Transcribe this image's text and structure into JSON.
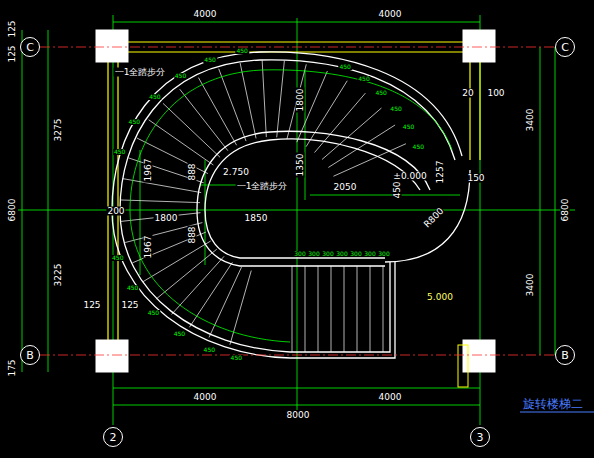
{
  "diagram": {
    "title": "旋转楼梯二",
    "nodes": [
      {
        "text": [
          "C"
        ]
      },
      {
        "text": [
          "C"
        ]
      },
      {
        "text": [
          "B"
        ]
      },
      {
        "text": [
          "B"
        ]
      },
      {
        "text": [
          "2"
        ]
      },
      {
        "text": [
          "3"
        ]
      }
    ],
    "edges": [
      {
        "from": 0,
        "to": 1,
        "arrow": "none"
      },
      {
        "from": 2,
        "to": 3,
        "arrow": "none"
      }
    ],
    "labels": [
      "4000",
      "4000",
      "4000",
      "4000",
      "8000",
      "125",
      "125",
      "3275",
      "6800",
      "3225",
      "175",
      "3400",
      "3400",
      "6800",
      "20",
      "100",
      "1967",
      "1967",
      "888",
      "888",
      "1800",
      "1350",
      "2050",
      "1257",
      "450",
      "150",
      "R800",
      "2.750",
      "±0.000",
      "5.000",
      "1800",
      "1850",
      "200",
      "125",
      "125",
      "一1全踏步分",
      "一1全踏步分",
      "450",
      "450",
      "450",
      "450",
      "450",
      "450",
      "450",
      "450",
      "450",
      "450",
      "450",
      "450",
      "450",
      "450",
      "450",
      "450",
      "450",
      "450",
      "300",
      "300",
      "300",
      "300",
      "300",
      "300",
      "300"
    ]
  }
}
